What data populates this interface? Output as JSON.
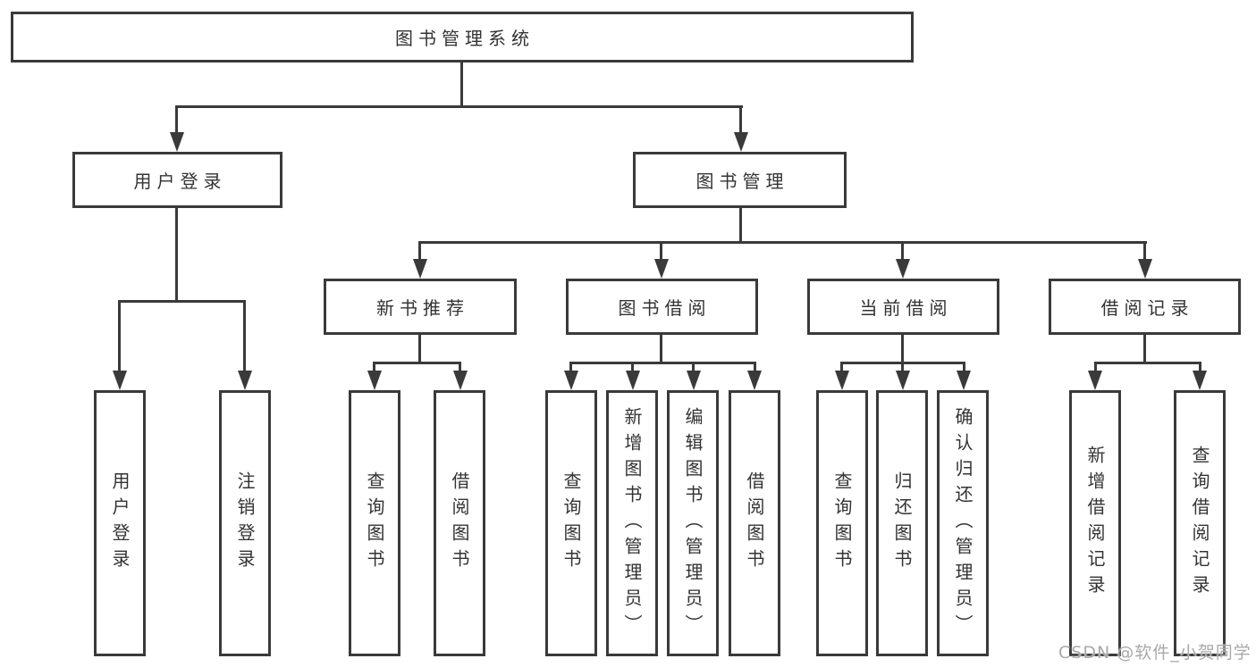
{
  "diagram_title": "图书管理系统",
  "colors": {
    "line": "#3a3a3a",
    "text": "#333333",
    "background": "#ffffff",
    "watermark": "#a9a9a9"
  },
  "tree": {
    "root": {
      "label": "图书管理系统"
    },
    "level2": [
      {
        "id": "user-login",
        "label": "用户登录"
      },
      {
        "id": "book-management",
        "label": "图书管理"
      }
    ],
    "level3": [
      {
        "id": "new-book-recommend",
        "parent": "book-management",
        "label": "新书推荐"
      },
      {
        "id": "book-borrow",
        "parent": "book-management",
        "label": "图书借阅"
      },
      {
        "id": "current-borrow",
        "parent": "book-management",
        "label": "当前借阅"
      },
      {
        "id": "borrow-records",
        "parent": "book-management",
        "label": "借阅记录"
      }
    ],
    "leaves": [
      {
        "parent": "user-login",
        "label": "用户登录"
      },
      {
        "parent": "user-login",
        "label": "注销登录"
      },
      {
        "parent": "new-book-recommend",
        "label": "查询图书"
      },
      {
        "parent": "new-book-recommend",
        "label": "借阅图书"
      },
      {
        "parent": "book-borrow",
        "label": "查询图书"
      },
      {
        "parent": "book-borrow",
        "label": "新增图书（管理员）"
      },
      {
        "parent": "book-borrow",
        "label": "编辑图书（管理员）"
      },
      {
        "parent": "book-borrow",
        "label": "借阅图书"
      },
      {
        "parent": "current-borrow",
        "label": "查询图书"
      },
      {
        "parent": "current-borrow",
        "label": "归还图书"
      },
      {
        "parent": "current-borrow",
        "label": "确认归还（管理员）"
      },
      {
        "parent": "borrow-records",
        "label": "新增借阅记录"
      },
      {
        "parent": "borrow-records",
        "label": "查询借阅记录"
      }
    ]
  },
  "watermark": {
    "label": "CSDN @软件_小贺同学"
  }
}
